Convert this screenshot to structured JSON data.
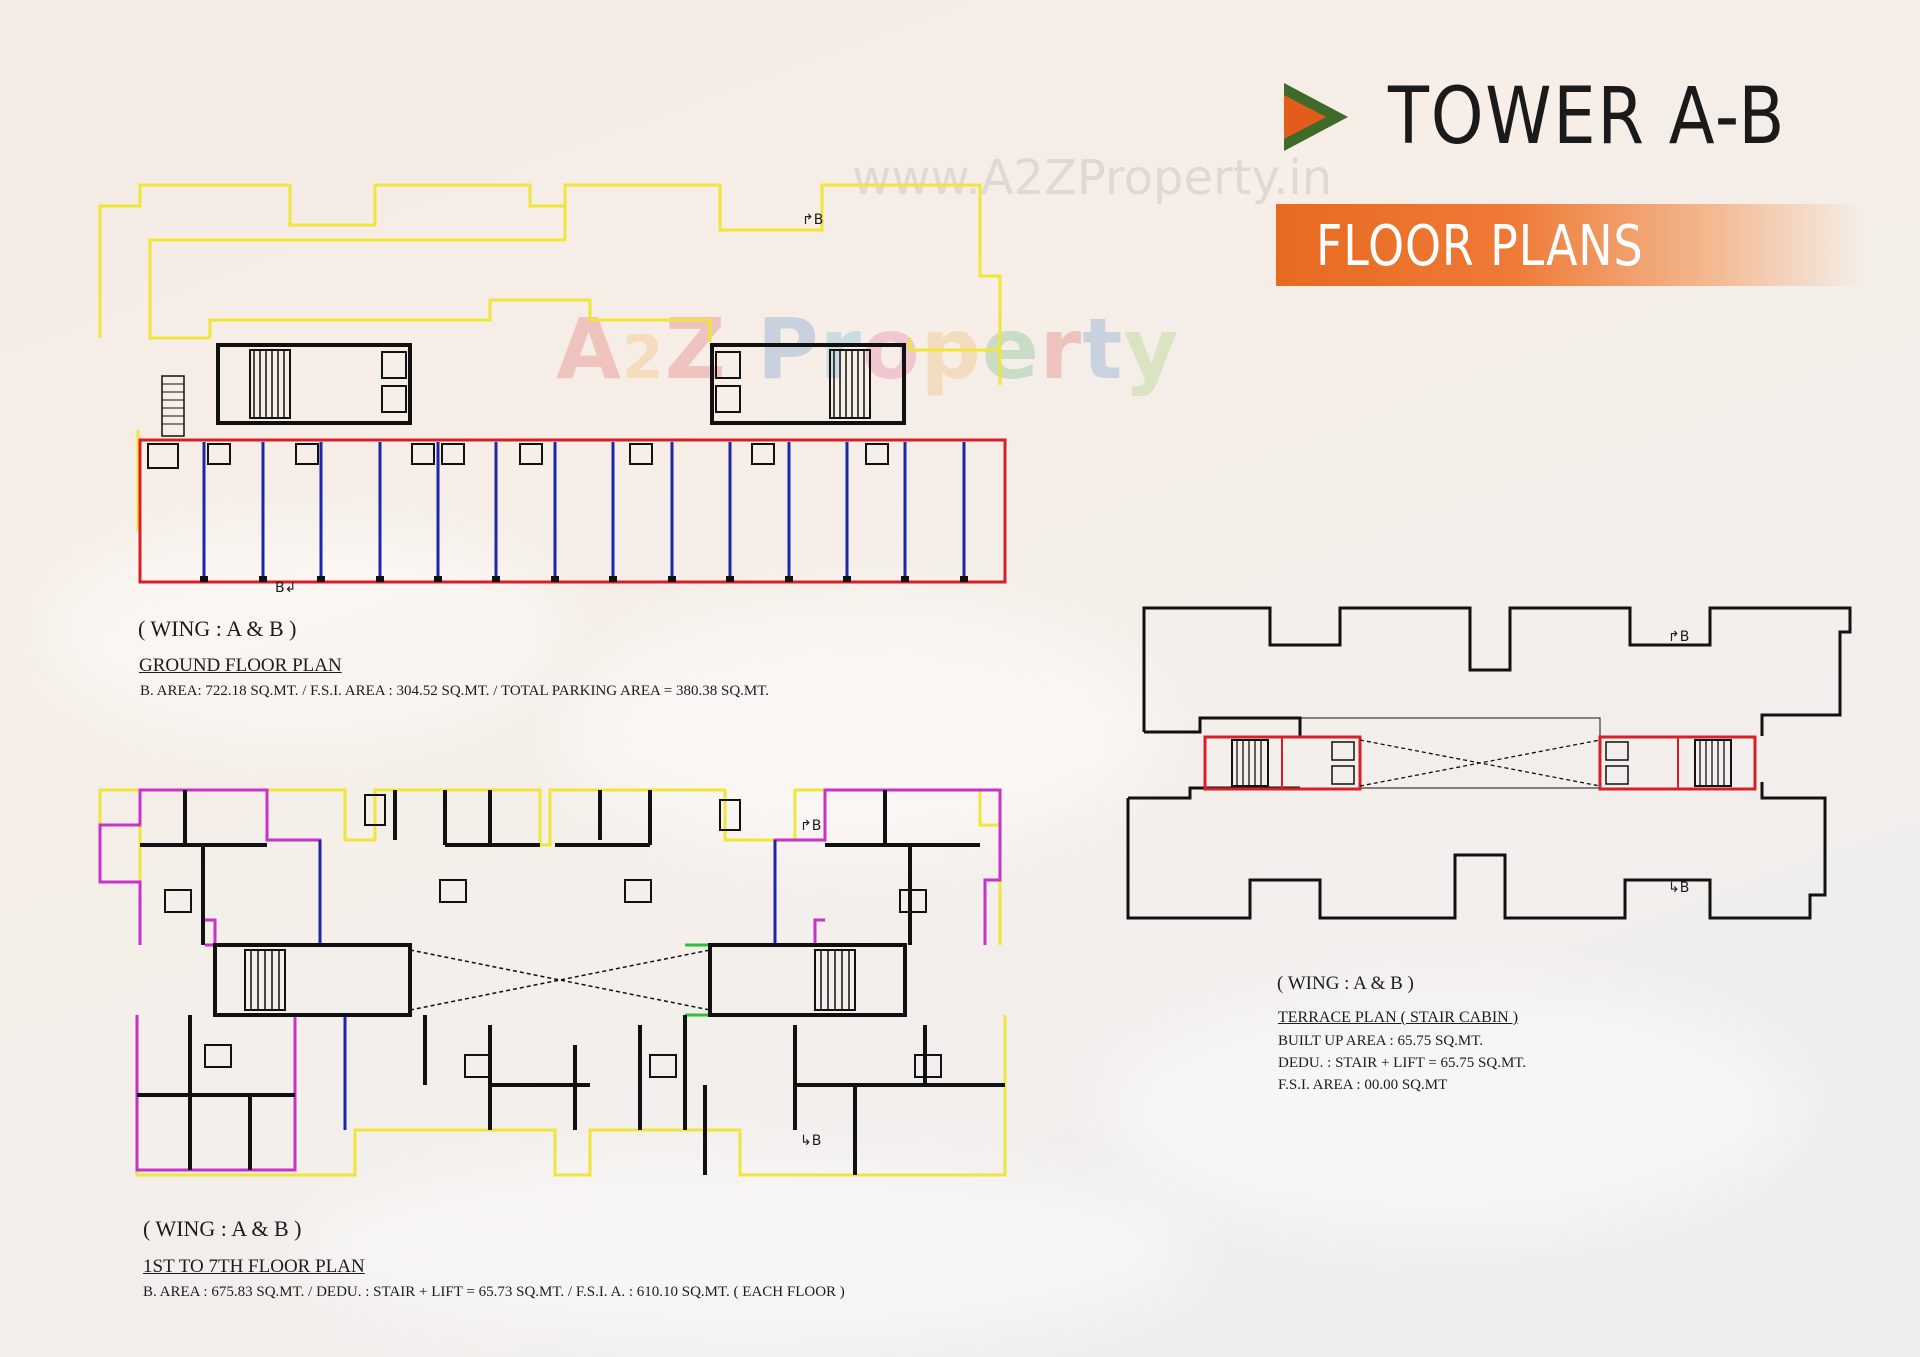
{
  "title": "TOWER A-B",
  "subtitle": "FLOOR PLANS",
  "watermark": {
    "url": "www.A2ZProperty.in",
    "logo": "A2Z Property"
  },
  "colors": {
    "accent": "#e86a20",
    "arrow_orange": "#e25c1c",
    "arrow_green": "#3f6b2a",
    "outline_yellow": "#f0e63a",
    "outline_red": "#d61f26",
    "outline_magenta": "#c832c8",
    "outline_green": "#2fbf3a",
    "column_blue": "#1d25a8"
  },
  "ground": {
    "wing": "( WING : A & B )",
    "title": "GROUND FLOOR PLAN",
    "info": "B. AREA: 722.18 SQ.MT.  /  F.S.I. AREA : 304.52 SQ.MT.  /  TOTAL PARKING AREA = 380.38 SQ.MT.",
    "marker_top": "B",
    "marker_bottom": "B"
  },
  "typical": {
    "wing": "( WING : A & B )",
    "title": "1ST TO 7TH FLOOR PLAN",
    "info": "B. AREA : 675.83 SQ.MT.  /   DEDU. : STAIR + LIFT  = 65.73 SQ.MT.   /   F.S.I. A. : 610.10 SQ.MT.  ( EACH FLOOR )",
    "marker_top": "B",
    "marker_bottom": "B"
  },
  "terrace": {
    "wing": "( WING : A & B )",
    "title": "TERRACE PLAN ( STAIR CABIN )",
    "line1": "BUILT UP AREA : 65.75 SQ.MT.",
    "line2": "DEDU. : STAIR + LIFT  = 65.75 SQ.MT.",
    "line3": "F.S.I. AREA : 00.00 SQ.MT",
    "marker_top": "B",
    "marker_bottom": "B"
  }
}
